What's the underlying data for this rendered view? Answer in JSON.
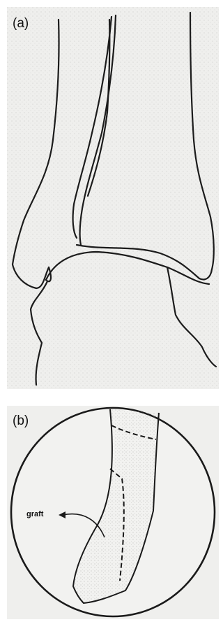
{
  "panels": [
    {
      "label": "(a)"
    },
    {
      "label": "(b)",
      "annotation": "graft"
    }
  ]
}
